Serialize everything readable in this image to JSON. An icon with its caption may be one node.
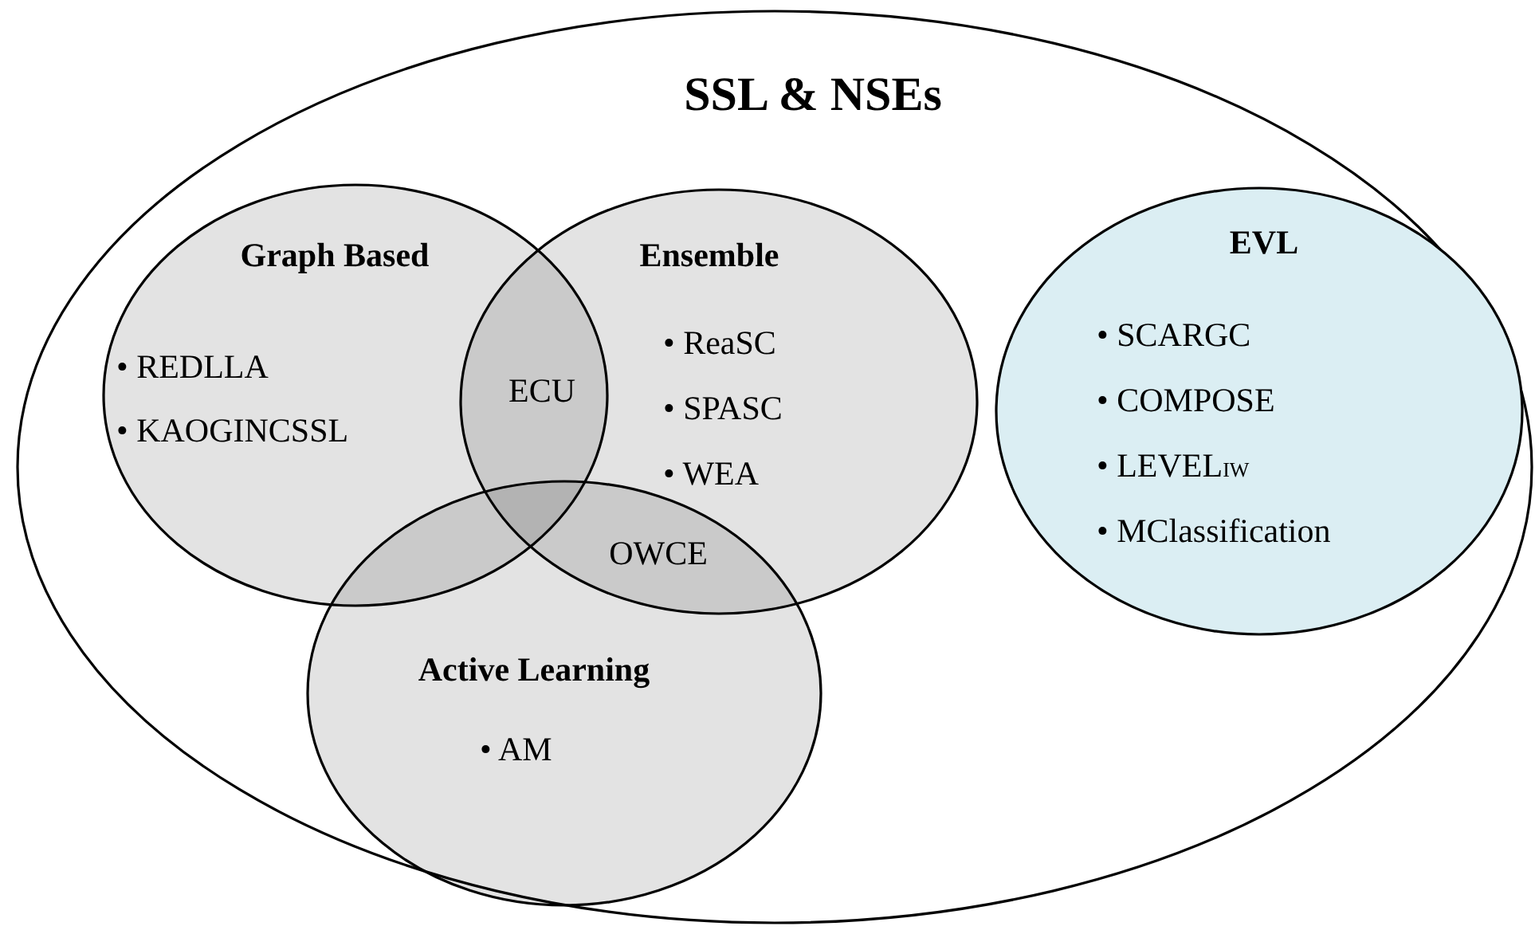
{
  "diagram": {
    "nodes": [
      {
        "text": [
          "SSL & NSEs"
        ]
      },
      {
        "text": [
          "Graph Based",
          "• REDLLA",
          "• KAOGINCSSL"
        ],
        "in": 0
      },
      {
        "text": [
          "Ensemble",
          "• ReaSC",
          "• SPASC",
          "• WEA"
        ],
        "in": 0
      },
      {
        "text": [
          "Active Learning",
          "• AM"
        ],
        "in": 0
      },
      {
        "text": [
          "EVL",
          "• SCARGC",
          "• COMPOSE",
          "• LEVEL$_{IW}$",
          "• MClassification"
        ],
        "in": 0
      }
    ],
    "labels": [
      "ECU",
      "OWCE"
    ]
  }
}
